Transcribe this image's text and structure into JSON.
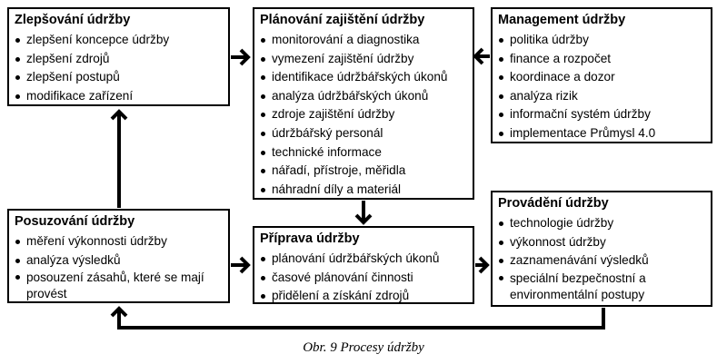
{
  "boxes": {
    "improvement": {
      "title": "Zlepšování údržby",
      "items": [
        "zlepšení koncepce údržby",
        "zlepšení zdrojů",
        "zlepšení postupů",
        "modifikace zařízení"
      ]
    },
    "planning": {
      "title": "Plánování zajištění údržby",
      "items": [
        "monitorování a diagnostika",
        "vymezení zajištění údržby",
        "identifikace údržbářských úkonů",
        "analýza údržbářských úkonů",
        "zdroje zajištění údržby",
        "údržbářský personál",
        "technické informace",
        "nářadí, přístroje, měřidla",
        "náhradní díly a materiál"
      ]
    },
    "management": {
      "title": "Management údržby",
      "items": [
        "politika údržby",
        "finance a rozpočet",
        "koordinace a dozor",
        "analýza rizik",
        "informační systém údržby",
        "implementace Průmysl 4.0"
      ]
    },
    "assessment": {
      "title": "Posuzování údržby",
      "items": [
        "měření výkonnosti údržby",
        "analýza výsledků",
        "posouzení zásahů, které se mají provést"
      ]
    },
    "preparation": {
      "title": "Příprava údržby",
      "items": [
        "plánování údržbářských úkonů",
        "časové plánování činnosti",
        "přidělení a získání zdrojů"
      ]
    },
    "execution": {
      "title": "Provádění údržby",
      "items": [
        "technologie údržby",
        "výkonnost údržby",
        "zaznamenávání výsledků",
        "speciální bezpečnostní a environmentální postupy"
      ]
    }
  },
  "caption": "Obr. 9 Procesy údržby"
}
